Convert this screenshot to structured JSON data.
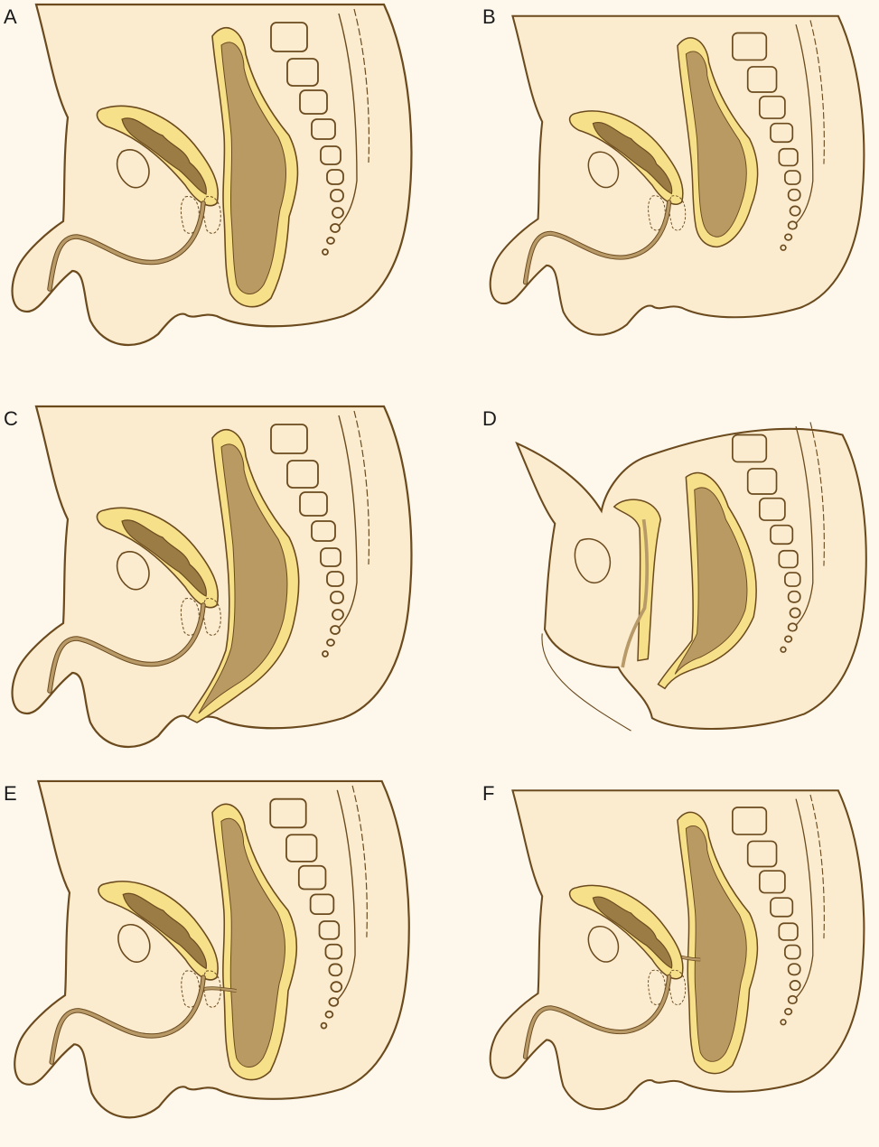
{
  "panels": [
    {
      "id": "A",
      "label": "A",
      "variant": "normal"
    },
    {
      "id": "B",
      "label": "B",
      "variant": "low-rectum"
    },
    {
      "id": "C",
      "label": "C",
      "variant": "anal-canal"
    },
    {
      "id": "D",
      "label": "D",
      "variant": "separated-tracts"
    },
    {
      "id": "E",
      "label": "E",
      "variant": "rectourethral-fistula"
    },
    {
      "id": "F",
      "label": "F",
      "variant": "rectovesical-fistula"
    }
  ],
  "colors": {
    "body": "#fbeccf",
    "outline": "#6b4a1e",
    "rectum_wall": "#f6e08a",
    "rectum_lumen": "#b89a62",
    "bladder_wall": "#f6e08a",
    "bladder_fold": "#9a7c44",
    "urethra": "#b89a68"
  }
}
